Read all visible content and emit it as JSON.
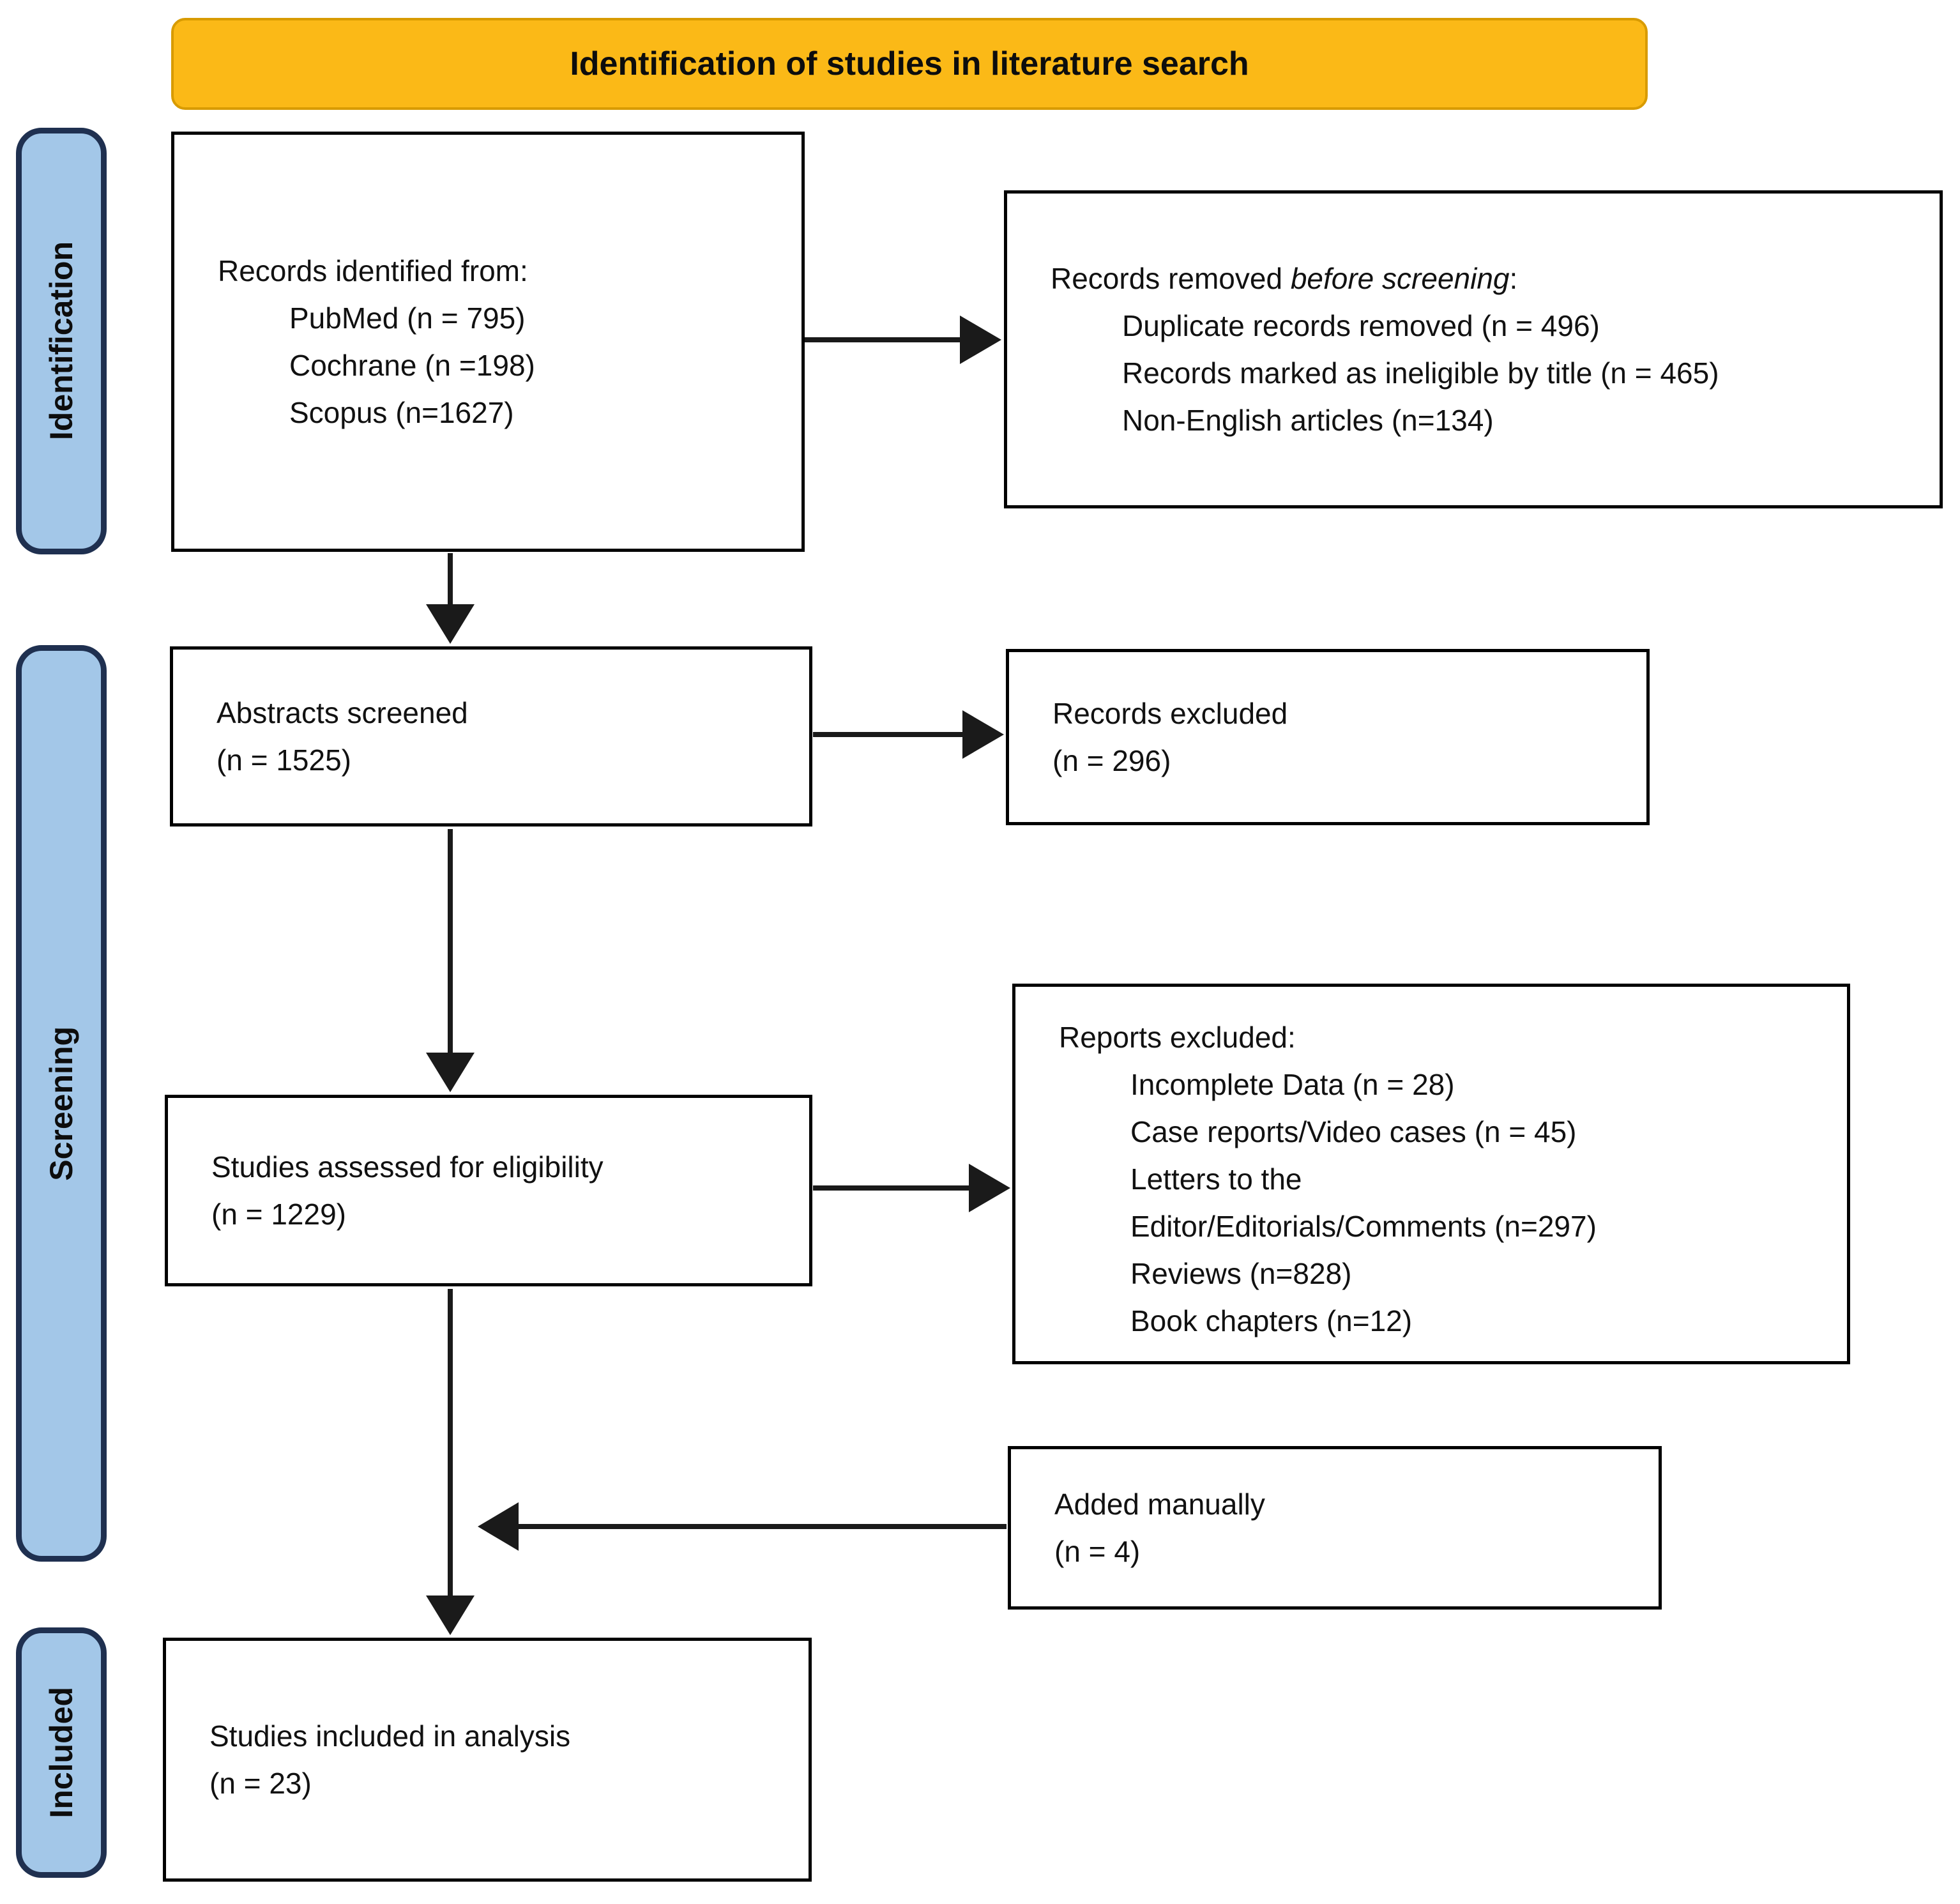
{
  "banner": {
    "label": "Identification of studies in literature search"
  },
  "stages": [
    {
      "label": "Identification"
    },
    {
      "label": "Screening"
    },
    {
      "label": "Included"
    }
  ],
  "boxes": {
    "identified": {
      "title": "Records identified from:",
      "items": [
        "PubMed (n = 795)",
        "Cochrane (n =198)",
        "Scopus (n=1627)"
      ]
    },
    "removed": {
      "title_prefix": "Records removed ",
      "title_italic": "before screening",
      "title_suffix": ":",
      "items": [
        "Duplicate records removed (n = 496)",
        "Records marked as ineligible by title (n = 465)",
        "Non-English articles (n=134)"
      ]
    },
    "screened": {
      "line1": "Abstracts screened",
      "line2": "(n = 1525)"
    },
    "excluded": {
      "line1": "Records excluded",
      "line2": "(n = 296)"
    },
    "assessed": {
      "line1": "Studies assessed for eligibility",
      "line2": "(n = 1229)"
    },
    "reports_excluded": {
      "title": "Reports excluded:",
      "items": [
        "Incomplete Data (n = 28)",
        "Case reports/Video cases (n = 45)",
        "Letters to the",
        "Editor/Editorials/Comments (n=297)",
        "Reviews (n=828)",
        "Book chapters (n=12)"
      ]
    },
    "added": {
      "line1": "Added manually",
      "line2": "(n = 4)"
    },
    "included": {
      "line1": "Studies included in analysis",
      "line2": "(n = 23)"
    }
  },
  "colors": {
    "banner_bg": "#FBB917",
    "banner_border": "#D89B00",
    "stage_bg": "#A3C7E8",
    "stage_border": "#1F3050",
    "box_border": "#000000",
    "arrow": "#1A1A1A"
  }
}
